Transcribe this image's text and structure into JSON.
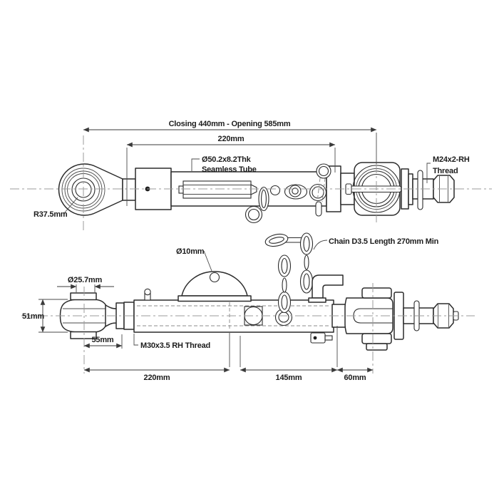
{
  "drawing": {
    "top_view": {
      "closing_opening": "Closing 440mm - Opening 585mm",
      "length_220": "220mm",
      "tube_spec_line1": "Ø50.2x8.2Thk",
      "tube_spec_line2": "Seamless Tube",
      "thread_line1": "M24x2-RH",
      "thread_line2": "Thread",
      "eye_radius": "R37.5mm"
    },
    "bottom_view": {
      "ball_diameter": "Ø25.7mm",
      "ball_height": "51mm",
      "thread_length": "55mm",
      "thread_spec": "M30x3.5 RH Thread",
      "hole_diameter": "Ø10mm",
      "chain_spec": "Chain D3.5 Length 270mm Min",
      "length_220": "220mm",
      "length_145": "145mm",
      "length_60": "60mm"
    },
    "colors": {
      "line": "#2b2b2b",
      "centerline": "#9b9b9b",
      "dimension": "#3a3a3a",
      "background": "#ffffff"
    }
  }
}
